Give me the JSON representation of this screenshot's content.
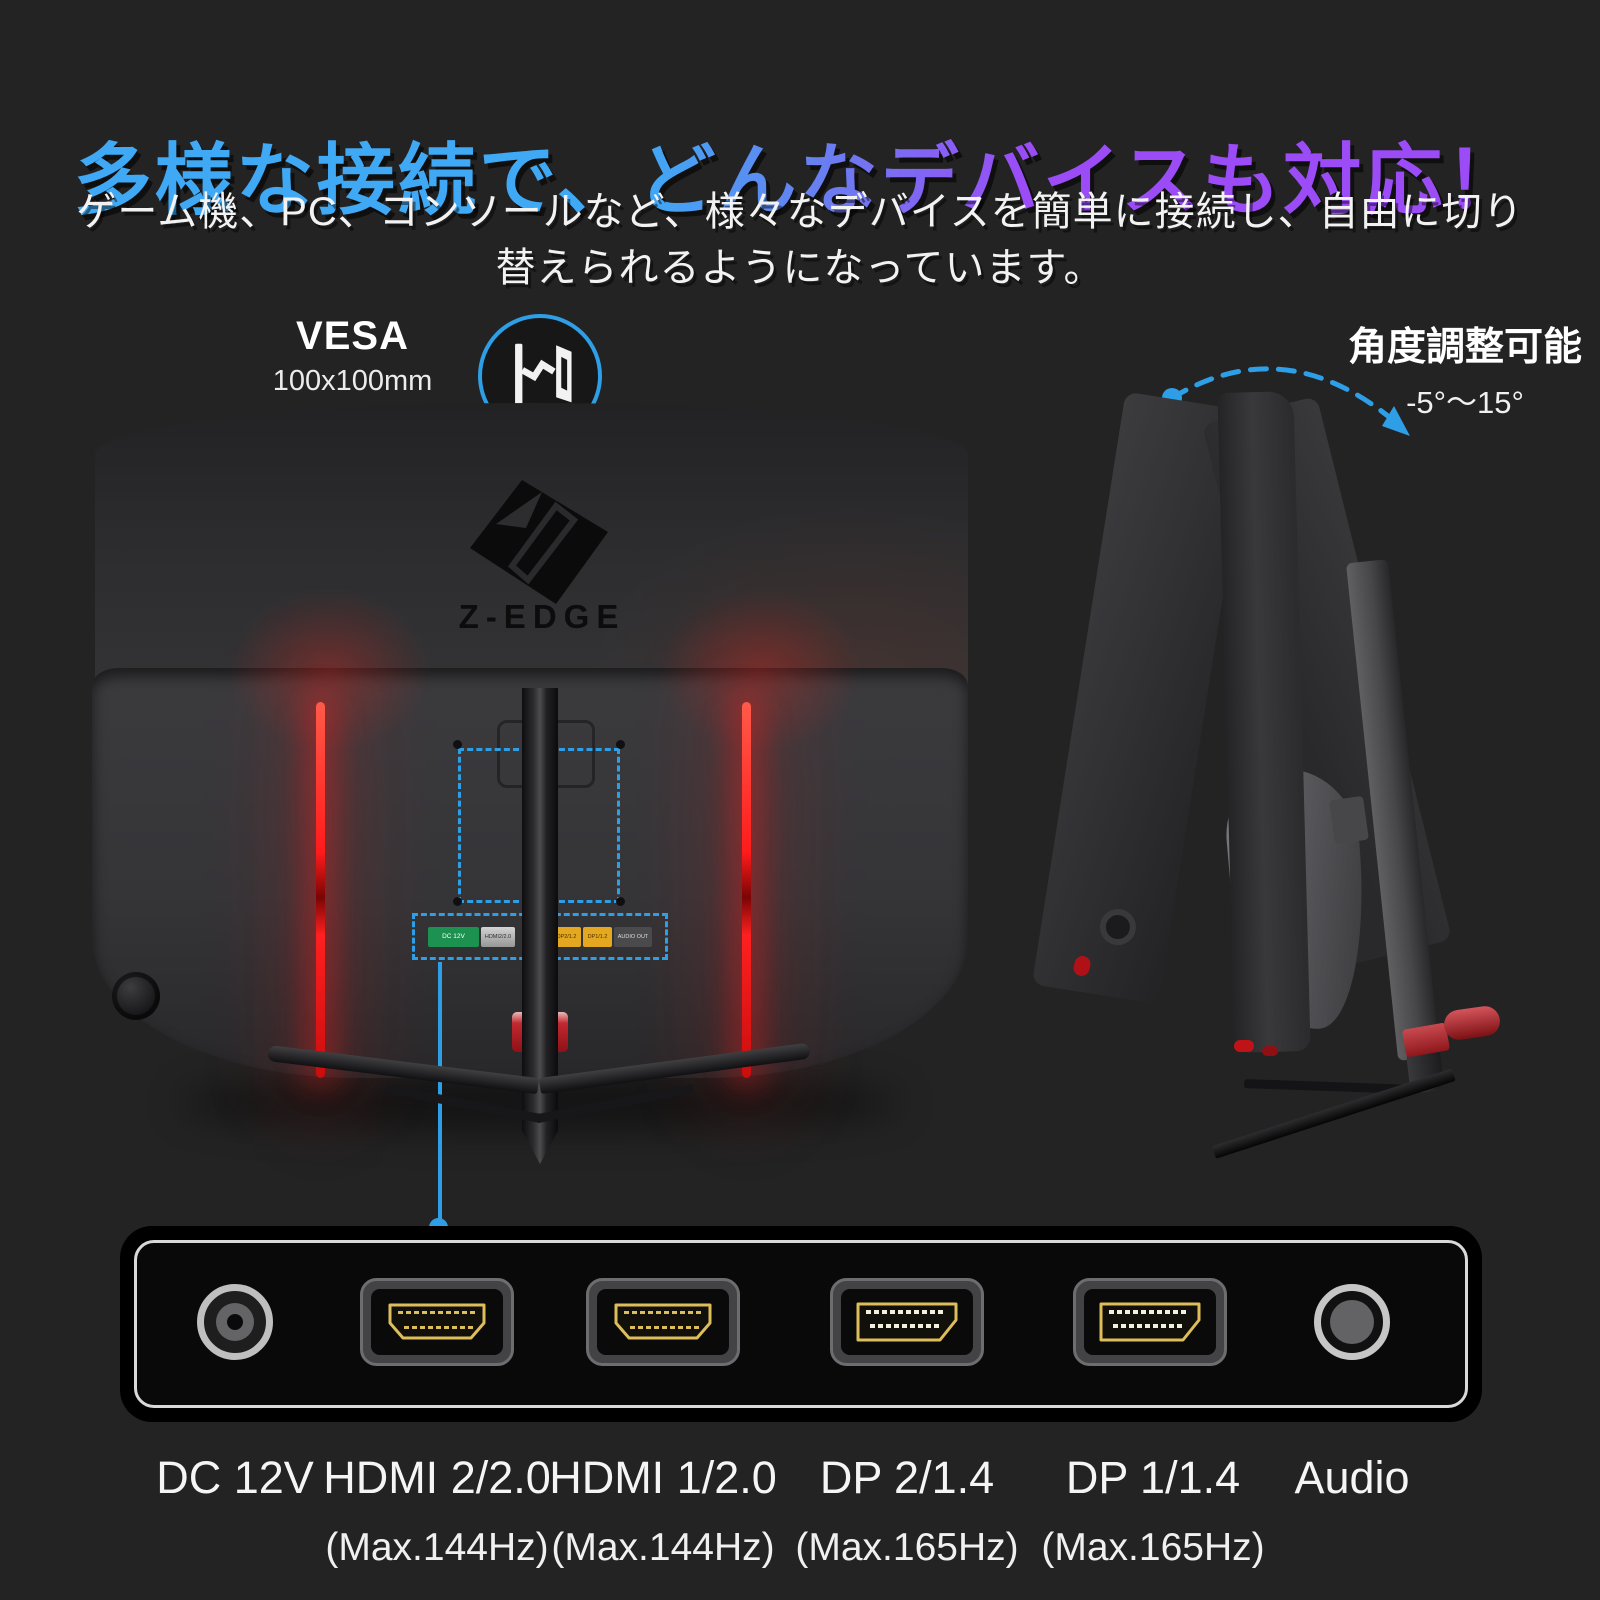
{
  "title": {
    "text": "多様な接続で、どんなデバイスも対応！"
  },
  "subtitle": {
    "line1": "ゲーム機、PC、コンソールなど、様々なデバイスを簡単に接続し、自由に切り",
    "line2": "替えられるようになっています。"
  },
  "vesa_callout": {
    "title": "VESA",
    "size": "100x100mm"
  },
  "tilt_callout": {
    "title": "角度調整可能",
    "range": "-5°〜15°"
  },
  "monitor_back": {
    "brand": "Z-EDGE",
    "port_tabs": [
      {
        "label": "DC 12V",
        "color": "#1d9150"
      },
      {
        "label": "HDMI2/2.0",
        "color": "#b9b9b9"
      },
      {
        "label": "DP2/1.2",
        "color": "#e3a81f"
      },
      {
        "label": "DP1/1.2",
        "color": "#e3a81f"
      },
      {
        "label": "AUDIO OUT",
        "color": "#4a4a4c"
      }
    ]
  },
  "ports_panel": {
    "ports": [
      {
        "name": "DC 12V",
        "sub": "",
        "icon": "dc-jack"
      },
      {
        "name": "HDMI 2/2.0",
        "sub": "(Max.144Hz)",
        "icon": "hdmi-port"
      },
      {
        "name": "HDMI 1/2.0",
        "sub": "(Max.144Hz)",
        "icon": "hdmi-port"
      },
      {
        "name": "DP 2/1.4",
        "sub": "(Max.165Hz)",
        "icon": "dp-port"
      },
      {
        "name": "DP 1/1.4",
        "sub": "(Max.165Hz)",
        "icon": "dp-port"
      },
      {
        "name": "Audio",
        "sub": "",
        "icon": "audio-jack"
      }
    ]
  },
  "colors": {
    "background": "#232323",
    "accent_blue": "#2e9fe6",
    "led_red": "#ff1b1b",
    "title_blue": "#3fa9f5",
    "title_purple": "#9b4cf7"
  }
}
